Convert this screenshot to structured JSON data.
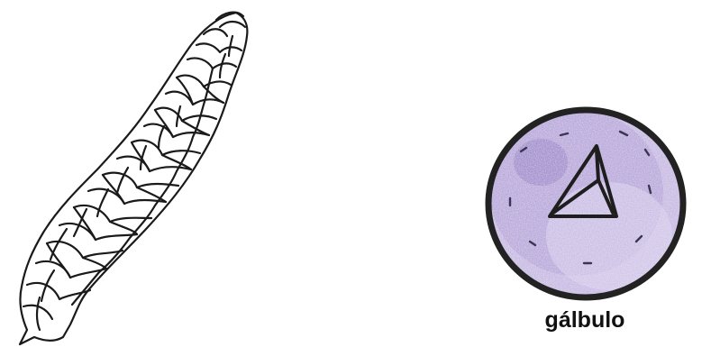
{
  "figure": {
    "caption": "gálbulo",
    "colors": {
      "ink": "#1a1a1a",
      "cone_fill": "#b6a4d8",
      "cone_fill_light": "#d9cfec",
      "cone_outline": "#222222"
    },
    "items": [
      {
        "name": "scaly-branch",
        "shape": "elongated scale-covered twig"
      },
      {
        "name": "galbulus-cone",
        "shape": "round cone with triangular umbo"
      }
    ]
  }
}
